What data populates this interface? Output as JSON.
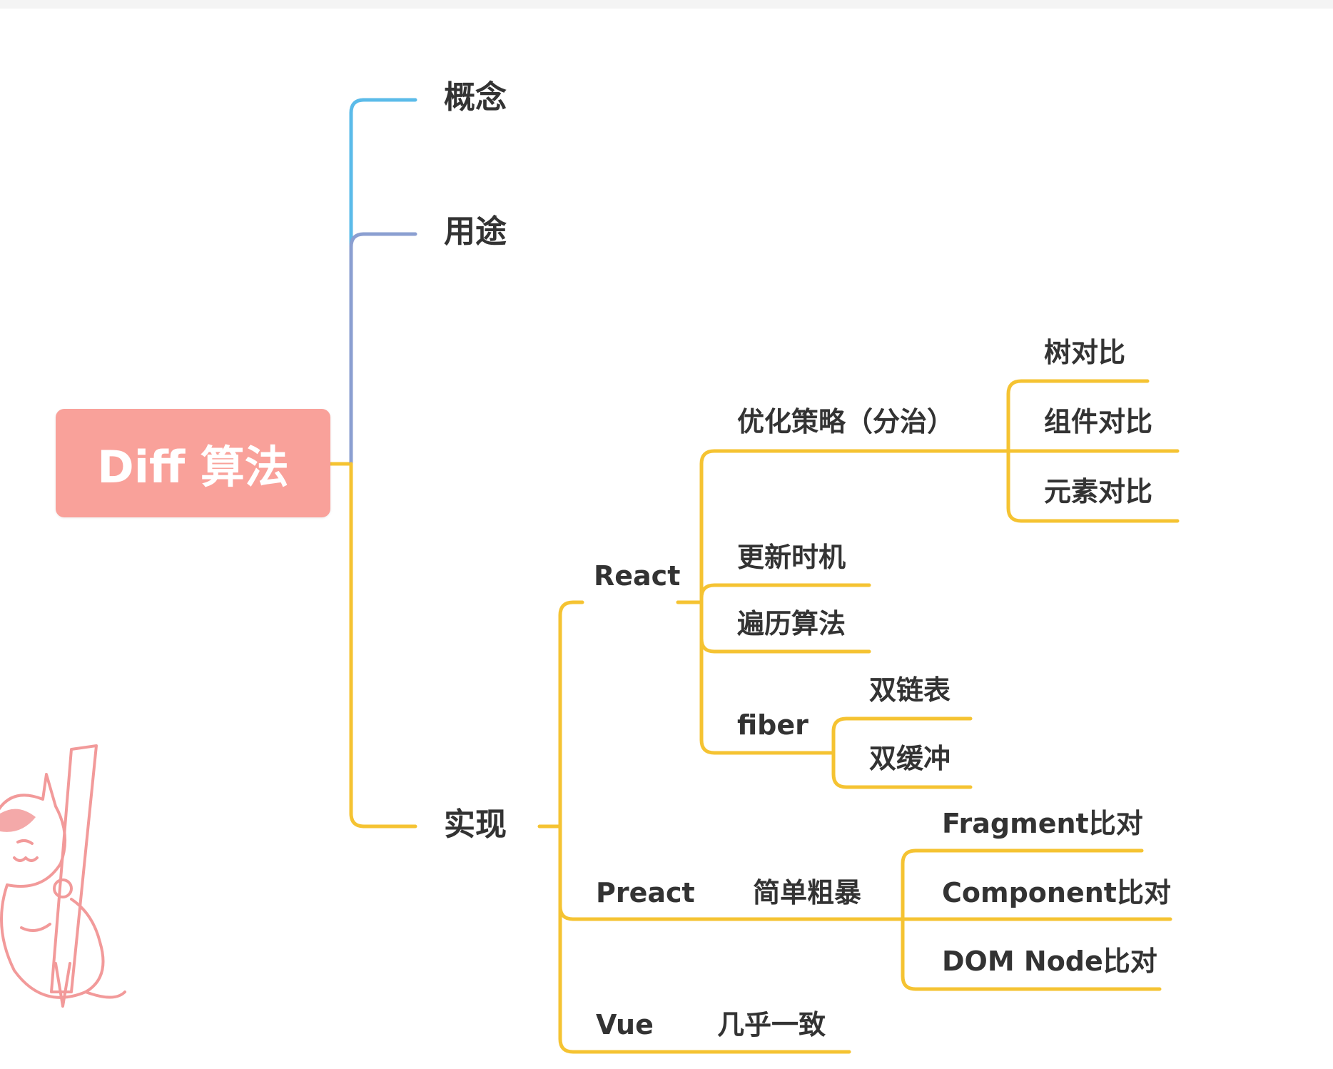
{
  "mindmap": {
    "root": {
      "label": "Diff 算法",
      "color": "#f9a19a"
    },
    "branch_colors": {
      "concept": "#5bbbe9",
      "usage": "#8b9fd1",
      "impl": "#f5c332"
    },
    "nodes": {
      "concept": "概念",
      "usage": "用途",
      "impl": "实现",
      "react": "React",
      "react_strategy": "优化策略（分治）",
      "tree_compare": "树对比",
      "component_compare": "组件对比",
      "element_compare": "元素对比",
      "update_timing": "更新时机",
      "traversal_algo": "遍历算法",
      "fiber": "fiber",
      "double_linked_list": "双链表",
      "double_buffer": "双缓冲",
      "preact": "Preact",
      "preact_desc": "简单粗暴",
      "fragment_compare": "Fragment比对",
      "component_compare_en": "Component比对",
      "domnode_compare": "DOM Node比对",
      "vue": "Vue",
      "vue_desc": "几乎一致"
    },
    "mascot_icon": "cat-mascot-icon"
  }
}
